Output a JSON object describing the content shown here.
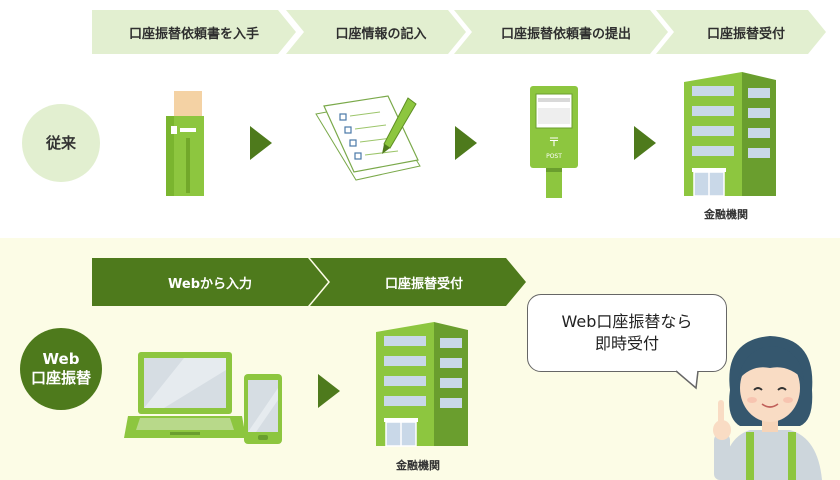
{
  "legacy": {
    "label": "従来",
    "steps": [
      "口座振替依頼書を入手",
      "口座情報の記入",
      "口座振替依頼書の提出",
      "口座振替受付"
    ],
    "bank_caption": "金融機関",
    "post_label": "POST"
  },
  "web": {
    "label_line1": "Web",
    "label_line2": "口座振替",
    "steps": [
      "Webから入力",
      "口座振替受付"
    ],
    "bank_caption": "金融機関"
  },
  "bubble": {
    "line1": "Web口座振替なら",
    "line2": "即時受付"
  },
  "colors": {
    "dark_green": "#4e7a1c",
    "light_green": "#e2efd0",
    "icon_green": "#8dc63f",
    "web_bg": "#fcfce6"
  }
}
